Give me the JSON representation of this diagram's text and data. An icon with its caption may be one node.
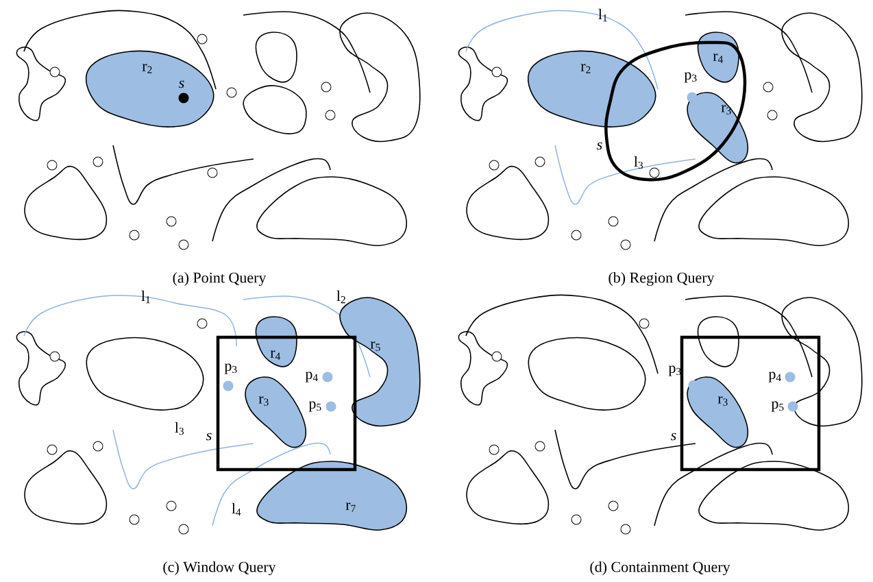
{
  "diagram": {
    "nodes": [
      {
        "text": [
          "r$_{2}$"
        ]
      },
      {
        "text": [
          "r$_{2}$"
        ]
      },
      {
        "text": [
          "r$_{4}$"
        ]
      },
      {
        "text": [
          "r$_{3}$"
        ]
      },
      {
        "text": [
          "r$_{4}$"
        ]
      },
      {
        "text": [
          "r$_{3}$"
        ]
      },
      {
        "text": [
          "r$_{5}$"
        ]
      },
      {
        "text": [
          "r$_{7}$"
        ]
      },
      {
        "text": [
          "r$_{3}$"
        ]
      }
    ],
    "labels": [
      "s",
      "l$_{1}$",
      "p$_{3}$",
      "s",
      "l$_{3}$",
      "(a) Point Query",
      "(b) Region Query",
      "l$_{1}$",
      "l$_{2}$",
      "p$_{3}$",
      "p$_{4}$",
      "p$_{5}$",
      "s",
      "l$_{3}$",
      "l$_{4}$",
      "p$_{3}$",
      "p$_{4}$",
      "p$_{5}$",
      "s",
      "(c) Window Query",
      "(d) Containment Query"
    ]
  }
}
